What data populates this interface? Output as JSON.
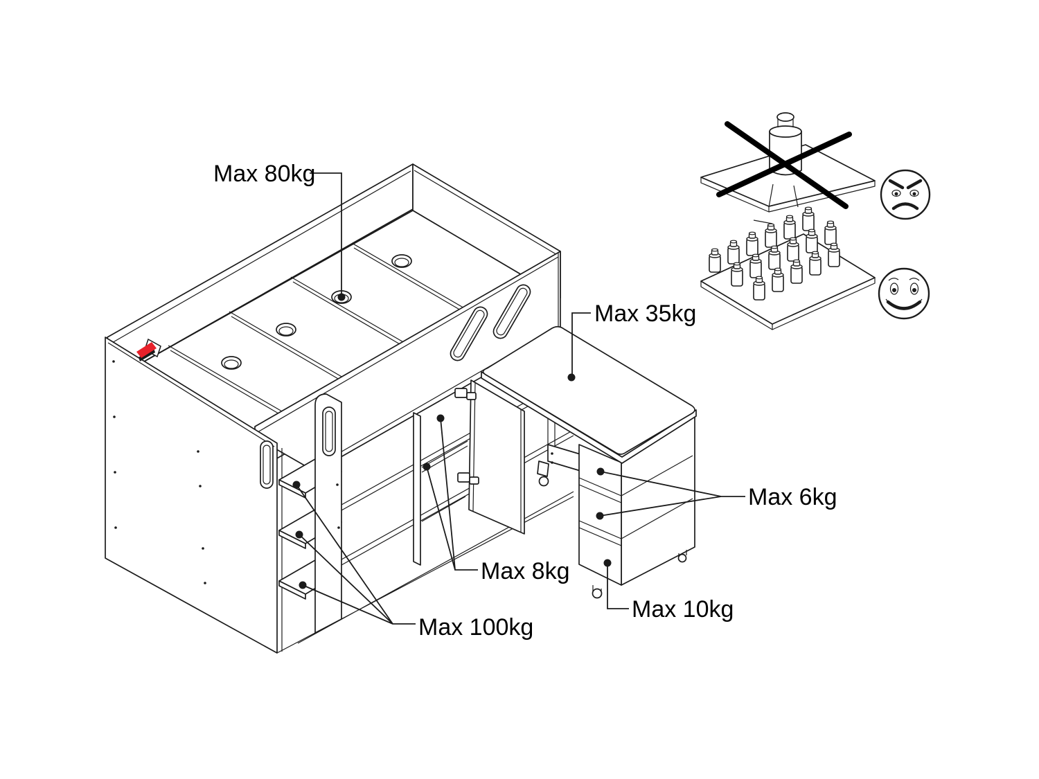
{
  "diagram": {
    "type": "furniture-assembly-weight-limit-diagram",
    "colors": {
      "line": "#1b1b1b",
      "accent_red": "#e8212a",
      "background": "#ffffff"
    },
    "labels": {
      "bed_top": {
        "text": "Max 80kg"
      },
      "desk_top": {
        "text": "Max 35kg"
      },
      "pedestal_shelves": {
        "text": "Max 6kg"
      },
      "cabinet_interior": {
        "text": "Max 8kg"
      },
      "side_shelves": {
        "text": "Max 100kg"
      },
      "pedestal_base": {
        "text": "Max 10kg"
      }
    },
    "warnings": {
      "bad": {
        "icons": [
          "point-load-crossed-icon",
          "angry-face-icon"
        ]
      },
      "good": {
        "icons": [
          "distributed-load-icon",
          "smiley-face-icon"
        ]
      }
    }
  }
}
